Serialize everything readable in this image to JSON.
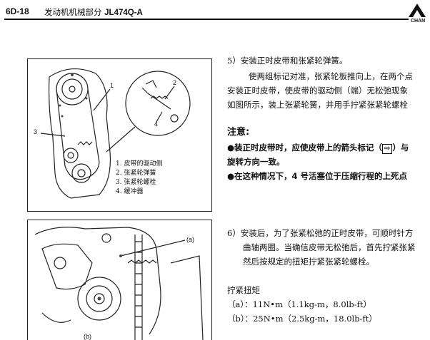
{
  "header": {
    "page_code": "6D-18",
    "section_label": "发动机机械部分",
    "model": "JL474Q-A",
    "brand": "CHAN"
  },
  "figure1": {
    "callouts": [
      "1",
      "2",
      "3",
      "4"
    ],
    "legend": [
      "1. 皮带的驱动侧",
      "2. 张紧轮弹簧",
      "3. 张紧轮螺栓",
      "4. 缓冲器"
    ]
  },
  "figure2": {
    "callouts": [
      "(a)",
      "(b)"
    ]
  },
  "step5": {
    "title": "5）安装正时皮带和张紧轮弹簧。",
    "lines": [
      "使两组标记对准，张紧轮板推向上，在两个点",
      "安装正时皮带，使皮带的驱动侧（端）无松弛现象",
      "如图所示，装上张紧轮簧，并用手拧紧张紧轮螺栓"
    ]
  },
  "note": {
    "title": "注意:",
    "item1_before": "●装正时皮带时，应使皮带上的箭头标记（",
    "item1_symbol": "⇨",
    "item1_after": "）与",
    "item1_line2": "旋转方向一致。",
    "item2": "●在这种情况下，4 号活塞位于压缩行程的上死点"
  },
  "step6": {
    "lines": [
      "6）安装后，为了张紧松弛的正时皮带，可顺时针方",
      "曲轴两圈。当确信皮带无松弛后，首先拧紧张紧",
      "然后按规定的扭矩拧紧张紧轮螺栓。"
    ]
  },
  "torque": {
    "title": "拧紧扭矩",
    "a": "（a）：11N•m（1.1kg-m，8.0lb-ft）",
    "b": "（b）：25N•m（2.5kg-m，18.0lb-ft）"
  }
}
